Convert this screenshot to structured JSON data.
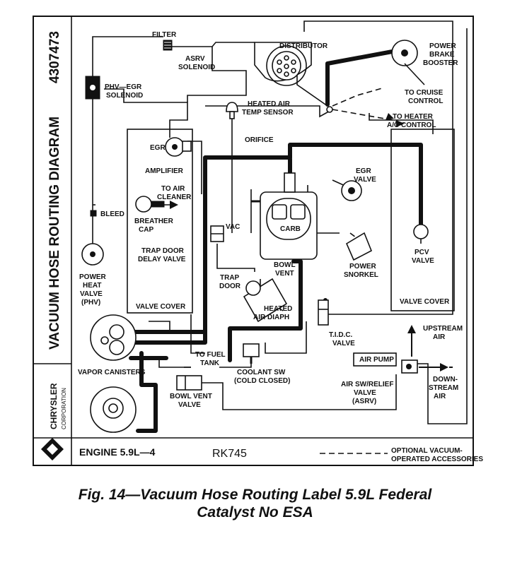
{
  "side_title": "VACUUM HOSE ROUTING DIAGRAM",
  "part_number": "4307473",
  "brand": "CHRYSLER",
  "brand_sub": "CORPORATION",
  "engine": "ENGINE 5.9L—4",
  "code": "RK745",
  "legend": [
    "OPTIONAL VACUUM-",
    "OPERATED ACCESSORIES"
  ],
  "labels": {
    "filter": "FILTER",
    "asrv_solenoid": [
      "ASRV",
      "SOLENOID"
    ],
    "distributor": "DISTRIBUTOR",
    "power_brake_booster": [
      "POWER",
      "BRAKE",
      "BOOSTER"
    ],
    "phv_egr_solenoid": [
      "PHV—EGR",
      "SOLENOID"
    ],
    "to_cruise_control": [
      "TO CRUISE",
      "CONTROL"
    ],
    "heated_air_temp_sensor": [
      "HEATED AIR",
      "TEMP SENSOR"
    ],
    "to_heater_ac": [
      "TO HEATER",
      "A/C CONTROL"
    ],
    "orifice": "ORIFICE",
    "egr_amplifier": [
      "EGR",
      "AMPLIFIER"
    ],
    "egr_valve": [
      "EGR",
      "VALVE"
    ],
    "to_air_cleaner": [
      "TO AIR",
      "CLEANER"
    ],
    "bleed": "BLEED",
    "breather_cap": [
      "BREATHER",
      "CAP"
    ],
    "vac": "VAC",
    "carb": "CARB",
    "trap_door_delay_valve": [
      "TRAP DOOR",
      "DELAY VALVE"
    ],
    "pcv_valve": [
      "PCV",
      "VALVE"
    ],
    "power_snorkel": [
      "POWER",
      "SNORKEL"
    ],
    "power_heat_valve": [
      "POWER",
      "HEAT",
      "VALVE",
      "(PHV)"
    ],
    "trap_door": [
      "TRAP",
      "DOOR"
    ],
    "bowl_vent": [
      "BOWL",
      "VENT"
    ],
    "valve_cover_left": "VALVE COVER",
    "valve_cover_right": "VALVE COVER",
    "heated_air_diaph": [
      "HEATED",
      "AIR DIAPH"
    ],
    "tidc_valve": [
      "T.I.D.C.",
      "VALVE"
    ],
    "upstream_air": [
      "UPSTREAM",
      "AIR"
    ],
    "to_fuel_tank": [
      "TO FUEL",
      "TANK"
    ],
    "vapor_canisters": "VAPOR CANISTERS",
    "coolant_sw": [
      "COOLANT SW",
      "(COLD CLOSED)"
    ],
    "air_pump": "AIR PUMP",
    "air_sw_relief": [
      "AIR SW/RELIEF",
      "VALVE",
      "(ASRV)"
    ],
    "downstream_air": [
      "DOWN-",
      "STREAM",
      "AIR"
    ],
    "bowl_vent_valve": [
      "BOWL VENT",
      "VALVE"
    ]
  },
  "caption": [
    "Fig. 14—Vacuum Hose Routing Label 5.9L Federal",
    "Catalyst No ESA"
  ]
}
